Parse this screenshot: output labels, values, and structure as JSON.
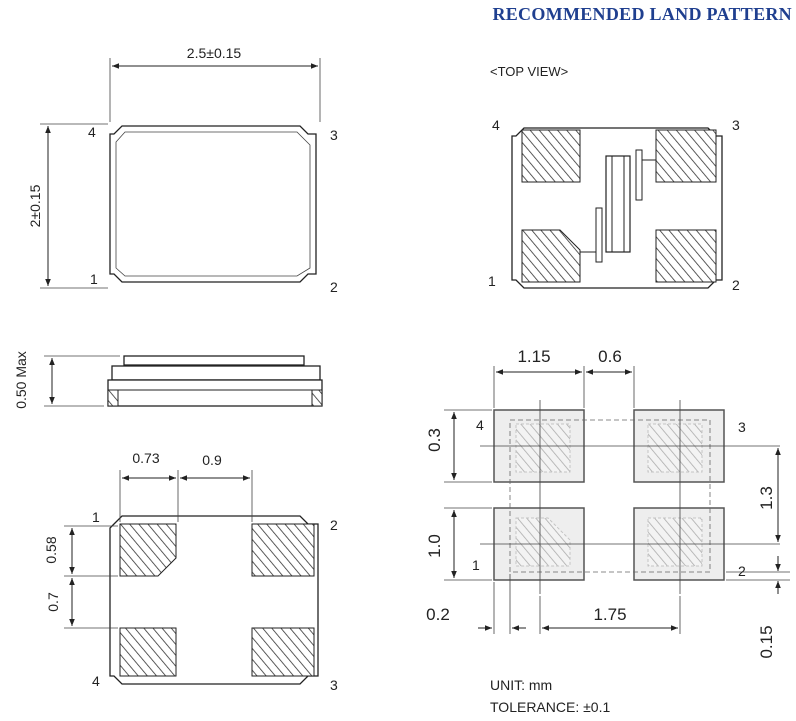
{
  "title": "RECOMMENDED LAND PATTERN",
  "top_view_label": "<TOP VIEW>",
  "unit": "UNIT: mm",
  "tolerance": "TOLERANCE: ±0.1",
  "outline": {
    "width_dim": "2.5±0.15",
    "height_dim": "2±0.15",
    "pins": [
      "1",
      "2",
      "3",
      "4"
    ]
  },
  "side_view": {
    "height_dim": "0.50 Max"
  },
  "bottom_view": {
    "dims": [
      "0.73",
      "0.9",
      "0.58",
      "0.7"
    ],
    "pins": [
      "1",
      "2",
      "3",
      "4"
    ]
  },
  "top_view": {
    "pins": [
      "1",
      "2",
      "3",
      "4"
    ]
  },
  "land_pattern": {
    "dims": [
      "1.15",
      "0.6",
      "0.3",
      "1.0",
      "0.2",
      "1.75",
      "1.3",
      "0.15"
    ],
    "pins": [
      "1",
      "2",
      "3",
      "4"
    ]
  }
}
